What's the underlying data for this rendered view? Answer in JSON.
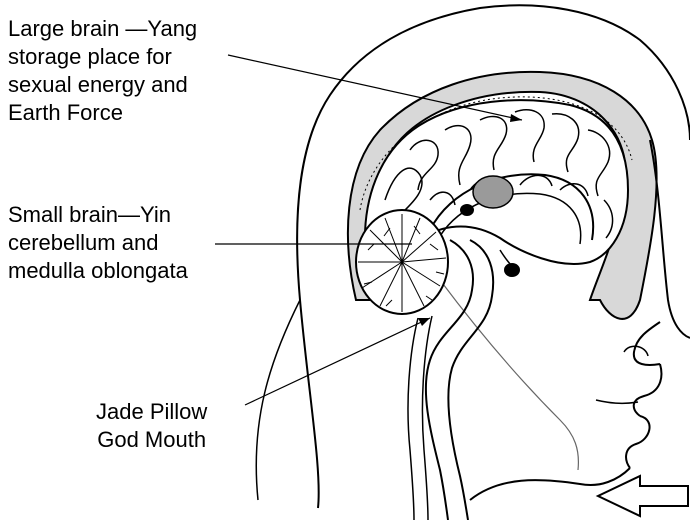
{
  "labels": {
    "large_brain": [
      "Large brain —Yang",
      "storage place for",
      "sexual energy and",
      "Earth Force"
    ],
    "small_brain": [
      "Small brain—Yin",
      "cerebellum and",
      "medulla oblongata"
    ],
    "jade_pillow": [
      "Jade Pillow",
      "God Mouth"
    ]
  },
  "colors": {
    "ink": "#000000",
    "skull_fill": "#d8d8d8",
    "thalamus_fill": "#9a9a9a",
    "background": "#ffffff"
  }
}
